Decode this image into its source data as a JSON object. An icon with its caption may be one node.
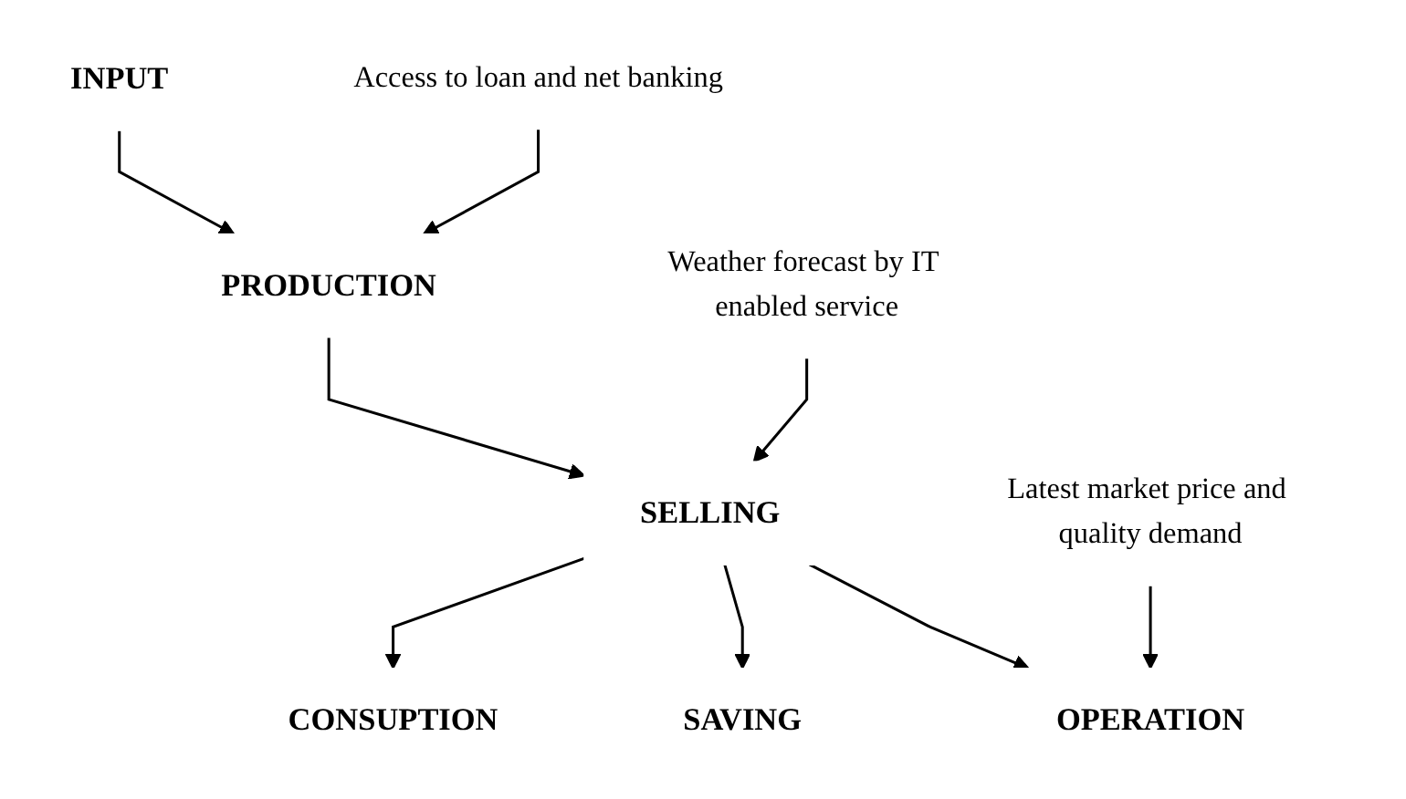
{
  "diagram": {
    "nodes": [
      {
        "text": [
          "INPUT"
        ]
      },
      {
        "text": [
          "Access to loan and net banking"
        ]
      },
      {
        "text": [
          "PRODUCTION"
        ]
      },
      {
        "text": [
          "Weather forecast by IT enabled service"
        ]
      },
      {
        "text": [
          "SELLING"
        ]
      },
      {
        "text": [
          "Latest market price and quality demand"
        ]
      },
      {
        "text": [
          "CONSUPTION"
        ]
      },
      {
        "text": [
          "OPERATION"
        ]
      },
      {
        "text": [
          "SAVING"
        ]
      }
    ],
    "edges": [
      {
        "from": 0,
        "to": 2,
        "arrow": "to"
      },
      {
        "from": 1,
        "to": 2,
        "arrow": "to"
      },
      {
        "from": 2,
        "to": 4,
        "arrow": "to"
      },
      {
        "from": 3,
        "to": 4,
        "arrow": "to"
      },
      {
        "from": 4,
        "to": 6,
        "arrow": "to"
      },
      {
        "from": 4,
        "to": 8,
        "arrow": "to"
      },
      {
        "from": 4,
        "to": 7,
        "arrow": "to"
      },
      {
        "from": 5,
        "to": 7,
        "arrow": "to"
      }
    ]
  }
}
